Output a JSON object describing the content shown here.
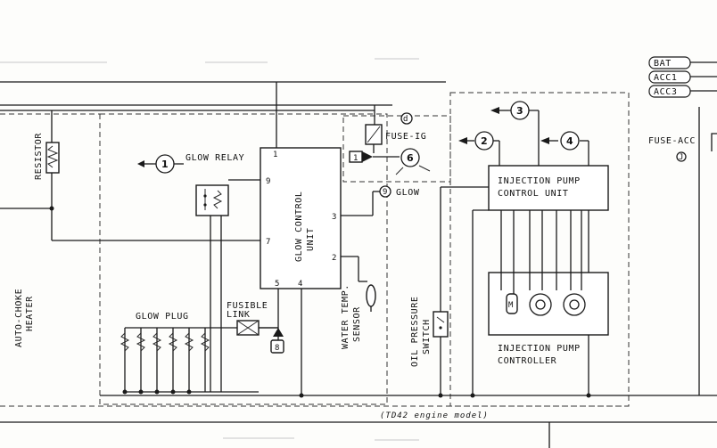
{
  "diagram": {
    "model_note": "(TD42 engine model)",
    "power_tags": [
      "BAT",
      "ACC1",
      "ACC3"
    ],
    "fuses": {
      "fuse_ig": "FUSE-IG",
      "fuse_ig_ref": "d",
      "fuse_acc": "FUSE-ACC",
      "fuse_acc_ref": "J"
    },
    "components": {
      "resistor": "RESISTOR",
      "auto_choke_heater": [
        "AUTO-CHOKE",
        "HEATER"
      ],
      "glow_relay": "GLOW RELAY",
      "glow_control_unit": [
        "GLOW CONTROL",
        "UNIT"
      ],
      "glow_plug": "GLOW PLUG",
      "fusible_link": [
        "FUSIBLE",
        "LINK"
      ],
      "fusible_link_ref": "8",
      "water_temp_sensor": [
        "WATER TEMP.",
        "SENSOR"
      ],
      "oil_pressure_switch": [
        "OIL PRESSURE",
        "SWITCH"
      ],
      "injection_pump_control_unit": [
        "INJECTION PUMP",
        "CONTROL UNIT"
      ],
      "injection_pump_controller": [
        "INJECTION PUMP",
        "CONTROLLER"
      ],
      "glow_label": "GLOW",
      "glow_ref": "9",
      "connector_ref": "1"
    },
    "glow_unit_pins": [
      "1",
      "9",
      "3",
      "7",
      "2",
      "5",
      "4"
    ],
    "callouts": [
      "1",
      "2",
      "3",
      "4",
      "6"
    ]
  }
}
